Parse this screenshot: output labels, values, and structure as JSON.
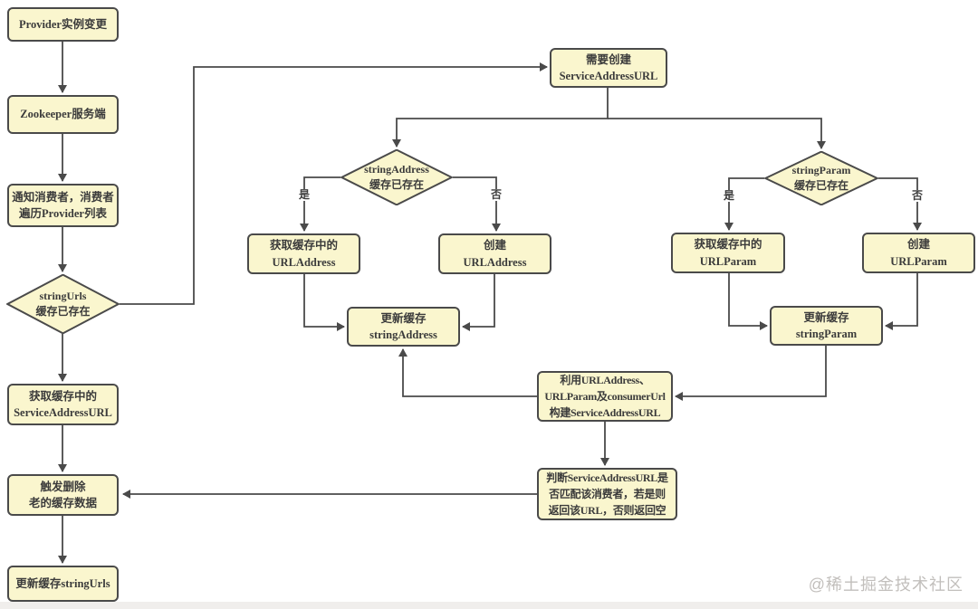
{
  "watermark": "@稀土掘金技术社区",
  "edge_labels": {
    "yes1": "是",
    "no1": "否",
    "yes2": "是",
    "no2": "否"
  },
  "colors": {
    "node_fill": "#FAF6CE",
    "node_border": "#4A4A4A",
    "line": "#4A4A4A",
    "text": "#3B3B3B",
    "watermark": "#C2BFBC",
    "strip": "#F0EEEC"
  },
  "nodes": {
    "provider_change": "Provider实例变更",
    "zookeeper_server": "Zookeeper服务端",
    "notify_consumers": "通知消费者，消费者\n遍历Provider列表",
    "string_urls_exists": "stringUrls\n缓存已存在",
    "get_cached_service_address_url": "获取缓存中的\nServiceAddressURL",
    "trigger_delete_old_cache": "触发删除\n老的缓存数据",
    "update_cache_string_urls": "更新缓存stringUrls",
    "need_create_service_address_url": "需要创建\nServiceAddressURL",
    "string_address_exists": "stringAddress\n缓存已存在",
    "get_cached_url_address": "获取缓存中的\nURLAddress",
    "create_url_address": "创建\nURLAddress",
    "update_cache_string_address": "更新缓存\nstringAddress",
    "string_param_exists": "stringParam\n缓存已存在",
    "get_cached_url_param": "获取缓存中的\nURLParam",
    "create_url_param": "创建\nURLParam",
    "update_cache_string_param": "更新缓存\nstringParam",
    "build_service_address_url": "利用URLAddress、\nURLParam及consumerUrl\n构建ServiceAddressURL",
    "match_consumer_return": "判断ServiceAddressURL是\n否匹配该消费者，若是则\n返回该URL，否则返回空"
  }
}
